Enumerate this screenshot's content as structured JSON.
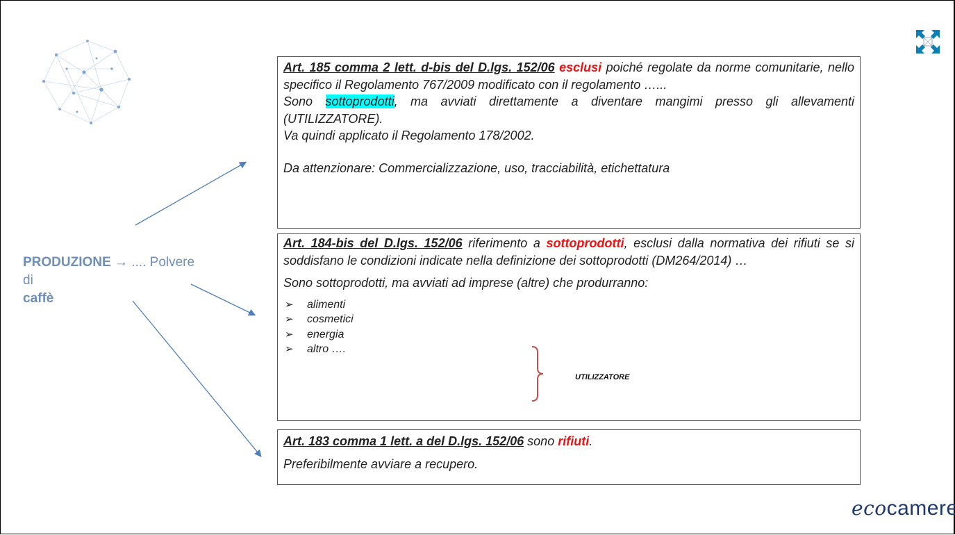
{
  "left": {
    "bold": "PRODUZIONE",
    "arrow": "→",
    "rest1": " .... Polvere di",
    "bold2": "caffè"
  },
  "box1": {
    "art": "Art. 185 comma 2 lett. d-bis del D.lgs. 152/06",
    "red": "esclusi",
    "p1_rest": " poiché regolate da norme comunitarie, nello specifico il Regolamento 767/2009 modificato con il regolamento …...",
    "p2_pre": "Sono ",
    "p2_hl": "sottoprodotti",
    "p2_rest": ", ma avviati direttamente a diventare mangimi presso gli allevamenti (UTILIZZATORE).",
    "p3": "Va quindi applicato il Regolamento 178/2002.",
    "p4": "Da attenzionare: Commercializzazione, uso, tracciabilità,  etichettatura"
  },
  "box2": {
    "art": "Art. 184-bis del D.lgs. 152/06",
    "p1_mid": " riferimento a ",
    "red": "sottoprodotti",
    "p1_rest": ", esclusi dalla normativa dei rifiuti se si soddisfano le condizioni indicate nella definizione dei sottoprodotti (DM264/2014) …",
    "p2": "Sono sottoprodotti, ma avviati ad imprese (altre) che produrranno:",
    "bullet_glyph": "➢",
    "items": [
      "alimenti",
      "cosmetici",
      "energia",
      "altro …."
    ],
    "brace_label": "UTILIZZATORE"
  },
  "box3": {
    "art": "Art. 183 comma 1 lett. a del D.lgs. 152/06",
    "mid": " sono ",
    "red": "rifiuti",
    "end": ".",
    "p2": "Preferibilmente avviare a recupero."
  },
  "logo": {
    "eco": "eco",
    "rest": "camere"
  },
  "icons": {
    "globe": "network-globe-icon",
    "corner": "expand-arrows-icon"
  },
  "colors": {
    "accent_blue": "#6f8fb8",
    "highlight": "#00ffff",
    "red": "#ee1111"
  }
}
